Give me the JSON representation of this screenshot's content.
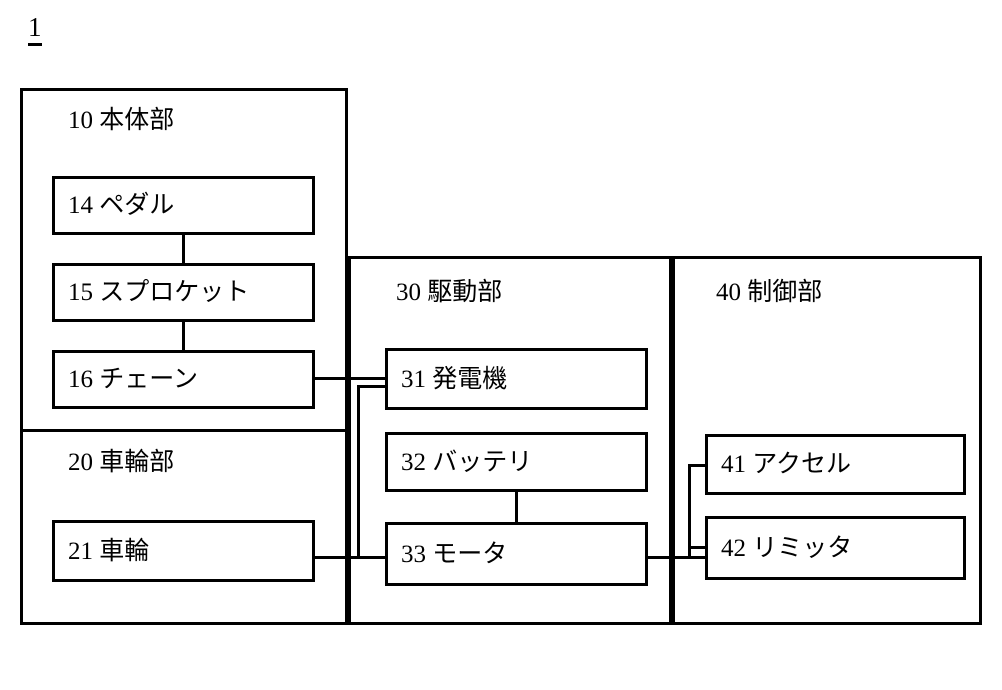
{
  "figure": {
    "number": "1"
  },
  "groups": [
    {
      "id": "body-unit",
      "title": "10  本体部"
    },
    {
      "id": "wheel-unit",
      "title": "20  車輪部"
    },
    {
      "id": "drive-unit",
      "title": "30  駆動部"
    },
    {
      "id": "control-unit",
      "title": "40  制御部"
    }
  ],
  "units": [
    {
      "id": "pedal",
      "label": "14  ペダル"
    },
    {
      "id": "sprocket",
      "label": "15  スプロケット"
    },
    {
      "id": "chain",
      "label": "16  チェーン"
    },
    {
      "id": "wheel",
      "label": "21  車輪"
    },
    {
      "id": "generator",
      "label": "31  発電機"
    },
    {
      "id": "battery",
      "label": "32  バッテリ"
    },
    {
      "id": "motor",
      "label": "33  モータ"
    },
    {
      "id": "accel",
      "label": "41  アクセル"
    },
    {
      "id": "limiter",
      "label": "42  リミッタ"
    }
  ],
  "colors": {
    "line": "#000000",
    "background": "#ffffff"
  }
}
